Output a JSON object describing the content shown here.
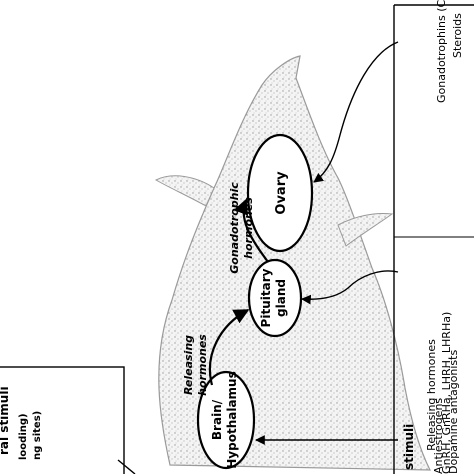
{
  "nodes": {
    "brain": [
      "Brain/",
      "Hypothalamus"
    ],
    "pituitary": [
      "Pituitary",
      "gland"
    ],
    "ovary": "Ovary"
  },
  "arrows": {
    "releasing": [
      "Releasing",
      "hormones"
    ],
    "gonadotrophic": [
      "Gonadotrophic",
      "hormones"
    ]
  },
  "treatments": {
    "releasing_hormones": [
      "Releasing hormones",
      "(GnRH, GnRHa, LHRH, LHRHa)"
    ],
    "antiestrogens": [
      "Antiestrogens",
      "Dopamine antagonists"
    ],
    "gonadotrophins": [
      "Gonadotrophins (C",
      "Steroids"
    ]
  },
  "boxes": {
    "environmental_title": "ral stimuli",
    "environmental_items": [
      "looding)",
      "ng sites)"
    ],
    "bottom_title": "stimuli"
  }
}
